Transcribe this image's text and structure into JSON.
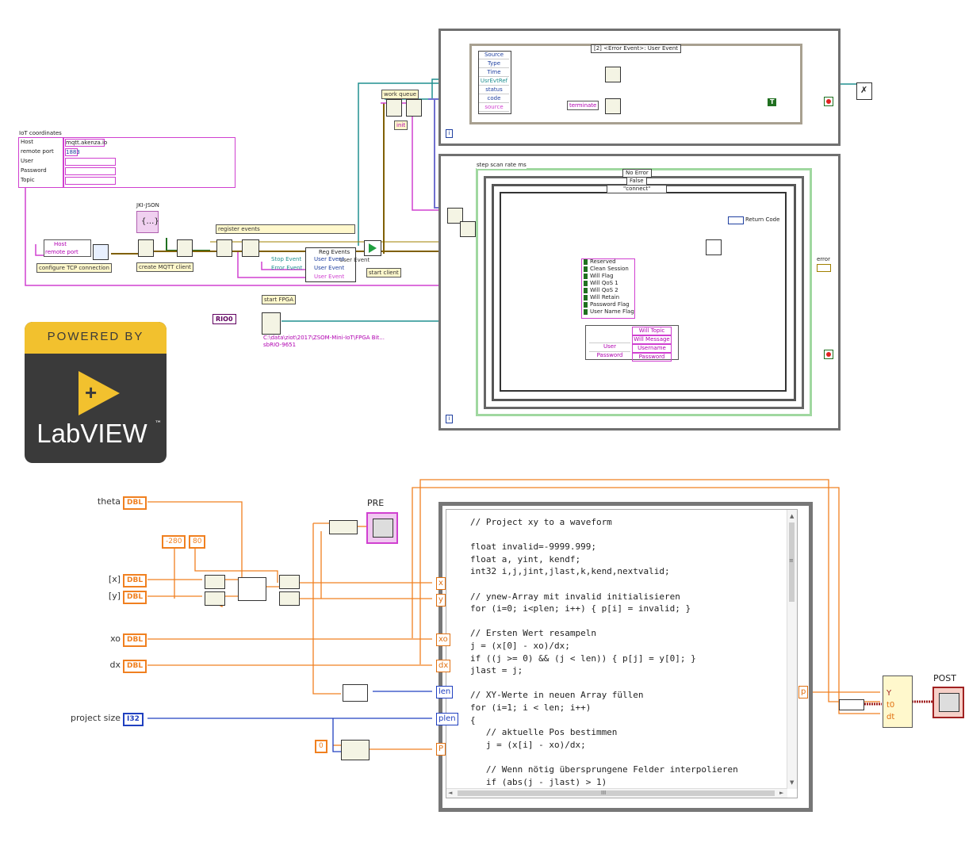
{
  "top_diagram": {
    "iot": {
      "title": "IoT coordinates",
      "rows": [
        {
          "label": "Host",
          "value": "mqtt.akenza.io"
        },
        {
          "label": "remote port",
          "value": "1883"
        },
        {
          "label": "User",
          "value": ""
        },
        {
          "label": "Password",
          "value": ""
        },
        {
          "label": "Topic",
          "value": ""
        }
      ]
    },
    "labels": {
      "configure_tcp": "configure TCP connection",
      "create_client": "create MQTT client",
      "jki_json": "JKI-JSON",
      "register_events": "register events",
      "start_client": "start client",
      "start_fpga": "start FPGA",
      "work_queue": "work queue",
      "init": "init",
      "host": "Host",
      "remote_port": "remote port",
      "reg_events": "Reg Events",
      "stop_event": "Stop Event",
      "error_event": "Error Event",
      "user_event": "User Event",
      "rio": "RIO0",
      "fpga_path": "C:\\data\\ziot\\2017\\ZSOM-Mini-IoT\\FPGA Bit...",
      "fpga_target": "sbRIO-9651"
    },
    "event_structure": {
      "selector": "[2] <Error Event>: User Event",
      "fields": [
        "Source",
        "Type",
        "Time",
        "UsrEvtRef",
        "status",
        "code",
        "source"
      ],
      "terminate": "terminate",
      "true_const": "T"
    },
    "case_structure": {
      "step_label": "step scan rate ms",
      "no_error": "No Error",
      "false_case": "False",
      "connect_case": "\"connect\"",
      "return_code": "Return Code",
      "error": "error",
      "flags": [
        "Reserved",
        "Clean Session",
        "Will Flag",
        "Will QoS 1",
        "Will QoS 2",
        "Will Retain",
        "Password Flag",
        "User Name Flag"
      ],
      "bundle_left": [
        "User",
        "Password"
      ],
      "bundle_right": [
        "Will Topic",
        "Will Message",
        "Username",
        "Password"
      ]
    },
    "logo": {
      "top": "POWERED BY",
      "name": "LabVIEW",
      "tm": "™"
    }
  },
  "bottom_diagram": {
    "controls": {
      "theta": "theta",
      "x": "[x]",
      "y": "[y]",
      "xo": "xo",
      "dx": "dx",
      "project_size": "project size"
    },
    "types": {
      "dbl": "DBL",
      "i32": "I32"
    },
    "constants": {
      "c1": "-280",
      "c2": "80",
      "c3": "0"
    },
    "labels": {
      "pre": "PRE",
      "post": "POST"
    },
    "tunnels_in": [
      "x",
      "y",
      "xo",
      "dx",
      "len",
      "plen",
      "P"
    ],
    "tunnel_out": "p",
    "bundle_out": [
      "Y",
      "t0",
      "dt"
    ],
    "code_lines": [
      "// Project xy to a waveform",
      "",
      "float invalid=-9999.999;",
      "float a, yint, kendf;",
      "int32 i,j,jint,jlast,k,kend,nextvalid;",
      "",
      "// ynew-Array mit invalid initialisieren",
      "for (i=0; i<plen; i++) { p[i] = invalid; }",
      "",
      "// Ersten Wert resampeln",
      "j = (x[0] - xo)/dx;",
      "if ((j >= 0) && (j < len)) { p[j] = y[0]; }",
      "jlast = j;",
      "",
      "// XY-Werte in neuen Array füllen",
      "for (i=1; i < len; i++)",
      "{",
      "   // aktuelle Pos bestimmen",
      "   j = (x[i] - xo)/dx;",
      "",
      "   // Wenn nötig übersprungene Felder interpolieren",
      "   if (abs(j - jlast) > 1)",
      "   {"
    ],
    "scroll": {
      "up": "▲",
      "down": "▼",
      "left": "◄",
      "right": "►",
      "grip": "≡",
      "hgrip": "III"
    }
  }
}
